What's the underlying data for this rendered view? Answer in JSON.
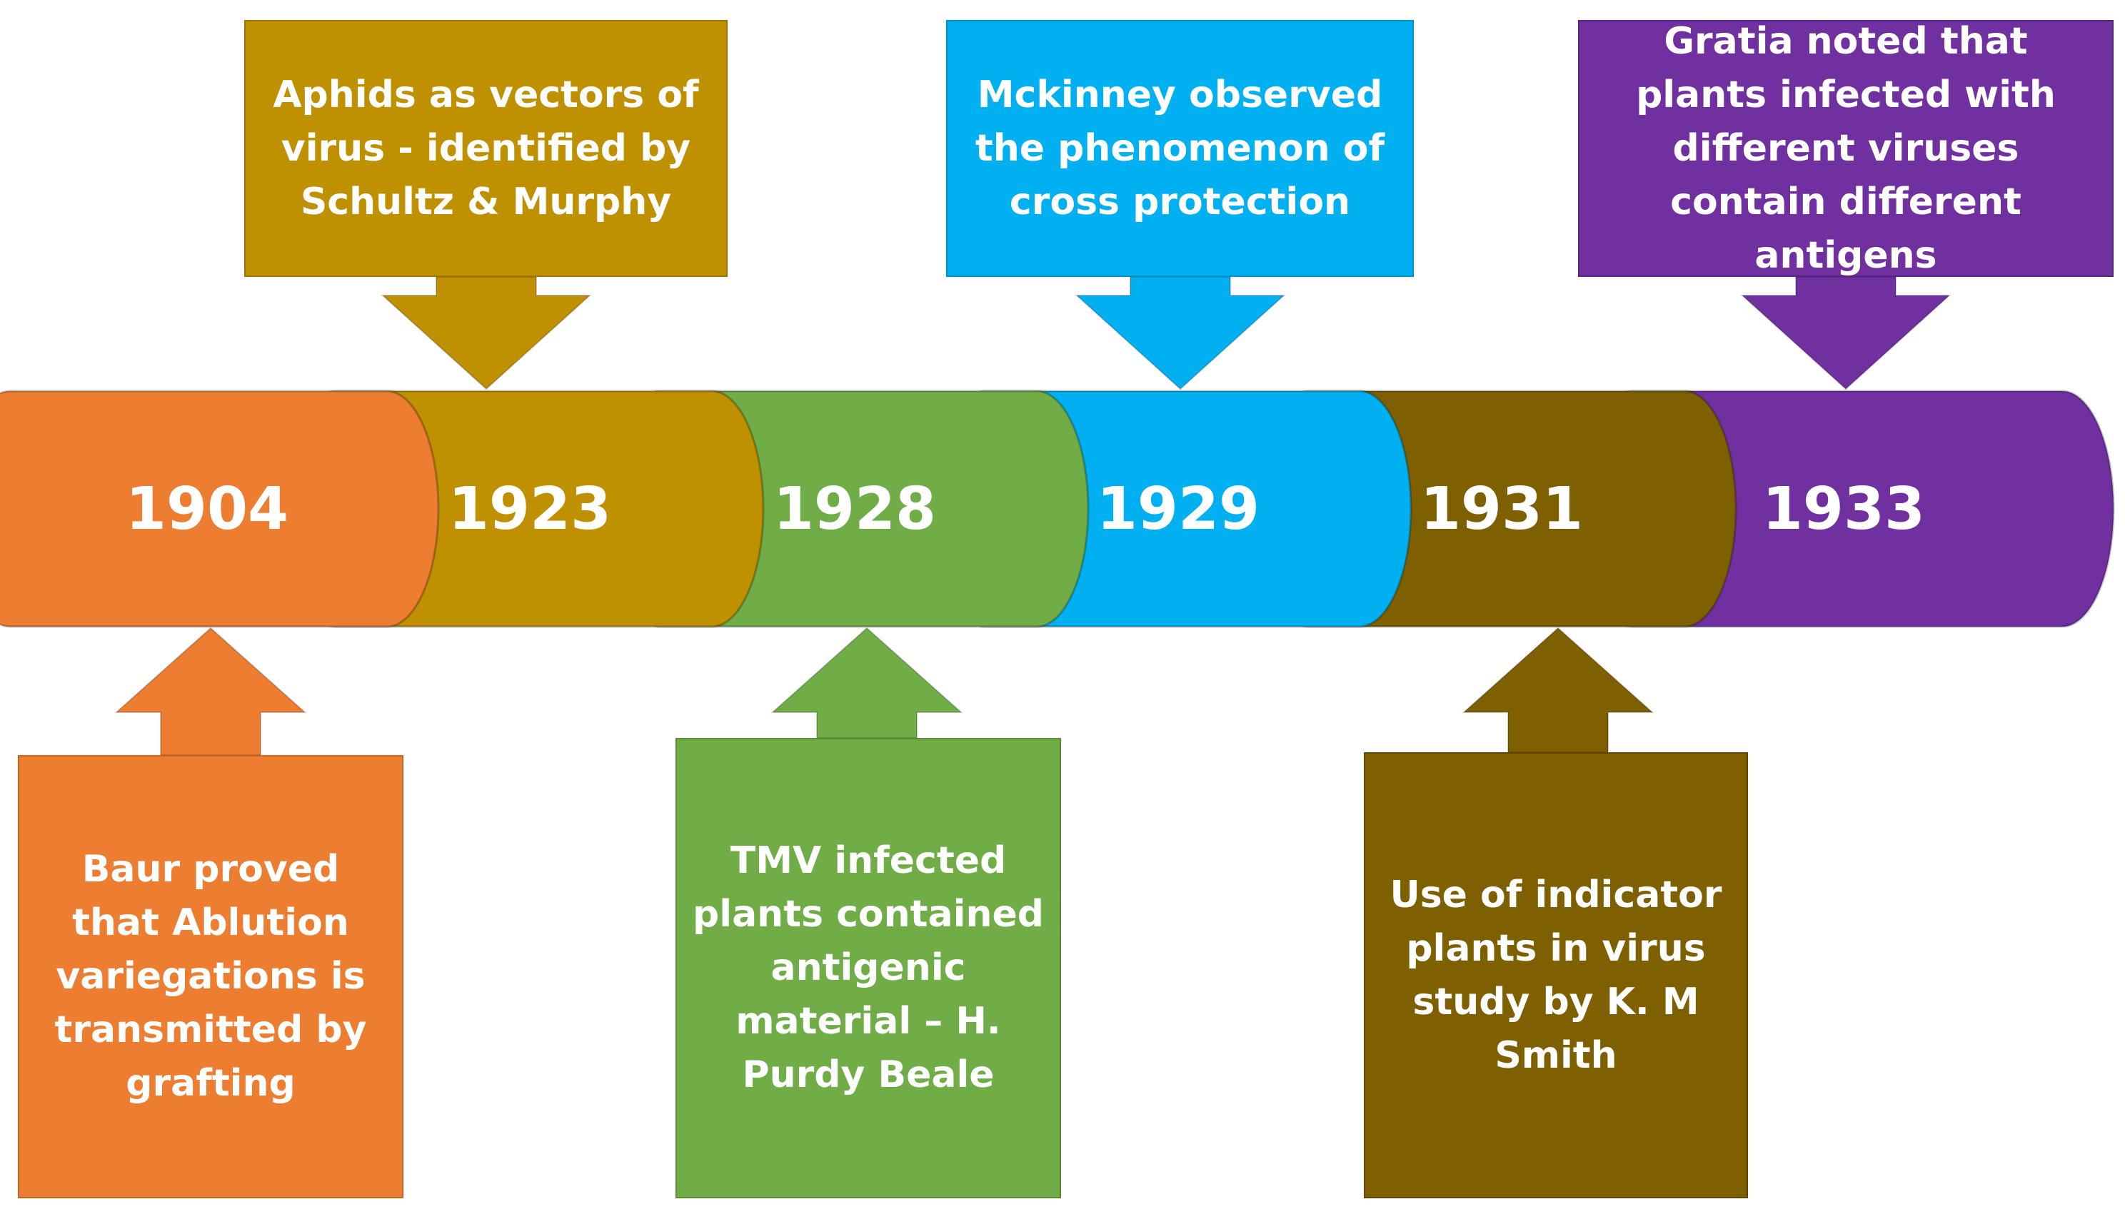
{
  "timeline": {
    "segments": [
      {
        "year": "1904",
        "color": "#ED7D31"
      },
      {
        "year": "1923",
        "color": "#BF9000"
      },
      {
        "year": "1928",
        "color": "#70AD47"
      },
      {
        "year": "1929",
        "color": "#00B0F0"
      },
      {
        "year": "1931",
        "color": "#7F6000"
      },
      {
        "year": "1933",
        "color": "#7030A0"
      }
    ]
  },
  "callouts": {
    "above": [
      {
        "year": "1923",
        "text": "Aphids as vectors of virus - identified by Schultz & Murphy",
        "color": "#BF9000"
      },
      {
        "year": "1929",
        "text": "Mckinney observed the phenomenon of cross protection",
        "color": "#00B0F0"
      },
      {
        "year": "1933",
        "text": "Gratia noted that plants infected with different viruses contain different antigens",
        "color": "#7030A0"
      }
    ],
    "below": [
      {
        "year": "1904",
        "text": "Baur proved that Ablution variegations is transmitted by grafting",
        "color": "#ED7D31"
      },
      {
        "year": "1928",
        "text": "TMV infected plants contained antigenic material – H. Purdy Beale",
        "color": "#70AD47"
      },
      {
        "year": "1931",
        "text": "Use of indicator plants in virus study by K. M Smith",
        "color": "#7F6000"
      }
    ]
  }
}
